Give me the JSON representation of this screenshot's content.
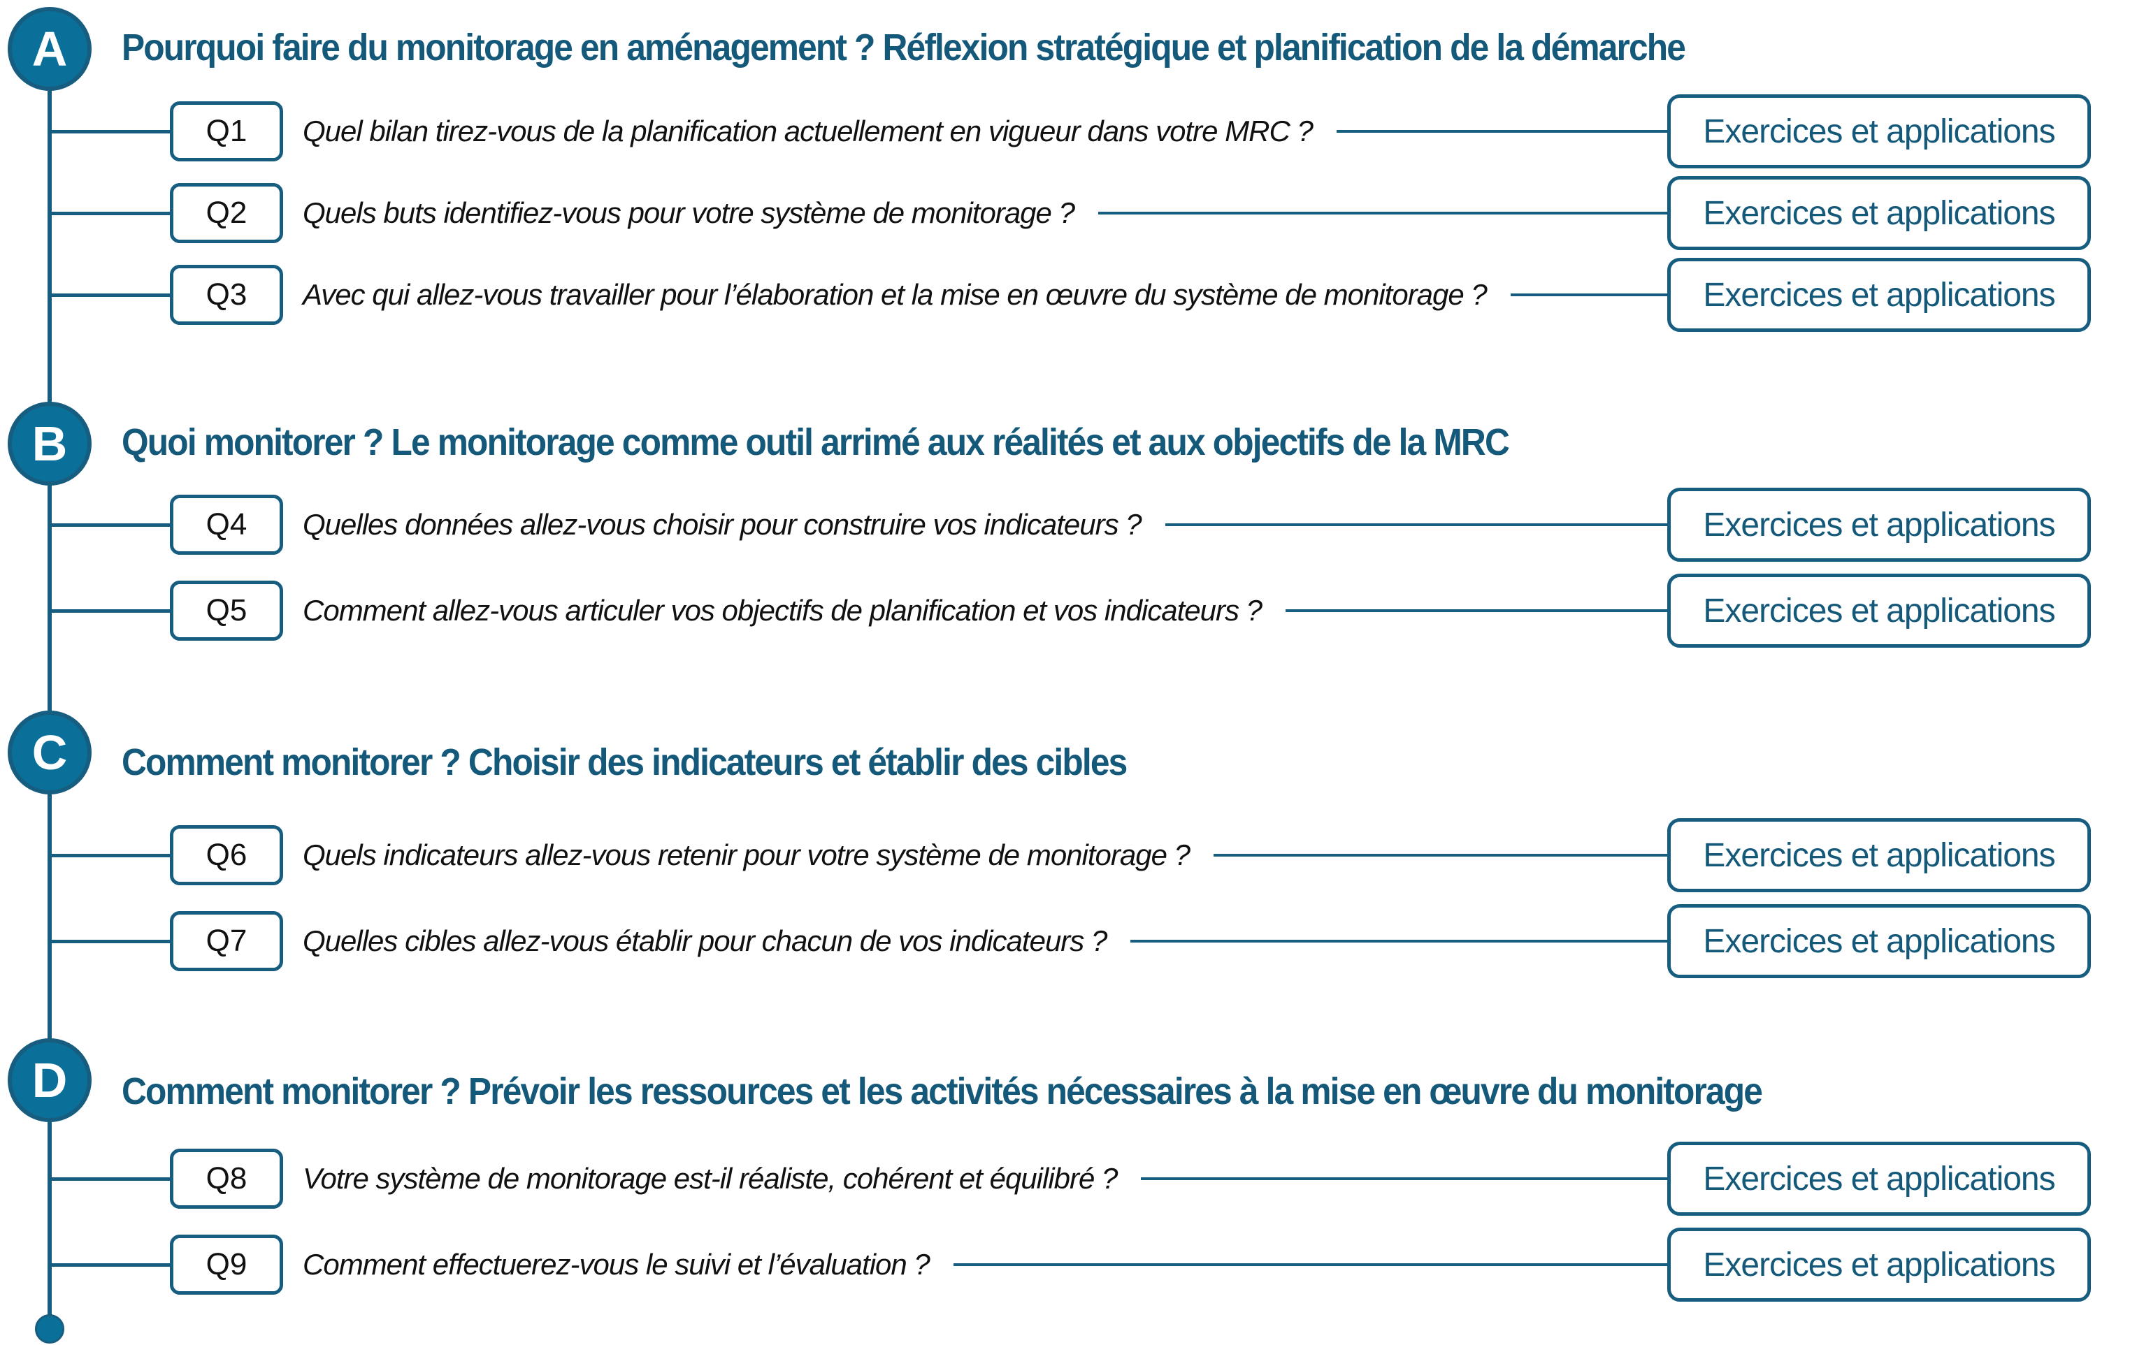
{
  "colors": {
    "primary": "#0b7099",
    "border": "#175d80",
    "title": "#14587a"
  },
  "exercise_label": "Exercices et applications",
  "sections": [
    {
      "letter": "A",
      "title": "Pourquoi faire du monitorage en aménagement ? Réflexion stratégique et planification de la démarche",
      "questions": [
        {
          "id": "Q1",
          "text": "Quel bilan tirez-vous de la planification actuellement en vigueur dans votre MRC ?"
        },
        {
          "id": "Q2",
          "text": "Quels buts identifiez-vous pour votre système de monitorage ?"
        },
        {
          "id": "Q3",
          "text": "Avec qui allez-vous travailler pour l’élaboration et la mise en œuvre du système de monitorage ?"
        }
      ]
    },
    {
      "letter": "B",
      "title": "Quoi monitorer ? Le monitorage comme outil arrimé aux réalités et aux objectifs de la MRC",
      "questions": [
        {
          "id": "Q4",
          "text": "Quelles données allez-vous choisir pour construire vos indicateurs ?"
        },
        {
          "id": "Q5",
          "text": "Comment allez-vous articuler vos objectifs de planification et vos indicateurs ?"
        }
      ]
    },
    {
      "letter": "C",
      "title": "Comment monitorer ? Choisir des indicateurs et établir des cibles",
      "questions": [
        {
          "id": "Q6",
          "text": "Quels indicateurs allez-vous retenir pour votre système de monitorage ?"
        },
        {
          "id": "Q7",
          "text": "Quelles cibles allez-vous établir pour chacun de vos indicateurs ?"
        }
      ]
    },
    {
      "letter": "D",
      "title": "Comment monitorer ? Prévoir les ressources et les activités nécessaires à la mise en œuvre du monitorage",
      "questions": [
        {
          "id": "Q8",
          "text": "Votre système de monitorage est-il réaliste, cohérent et équilibré ?"
        },
        {
          "id": "Q9",
          "text": "Comment effectuerez-vous le suivi et l’évaluation ?"
        }
      ]
    }
  ]
}
